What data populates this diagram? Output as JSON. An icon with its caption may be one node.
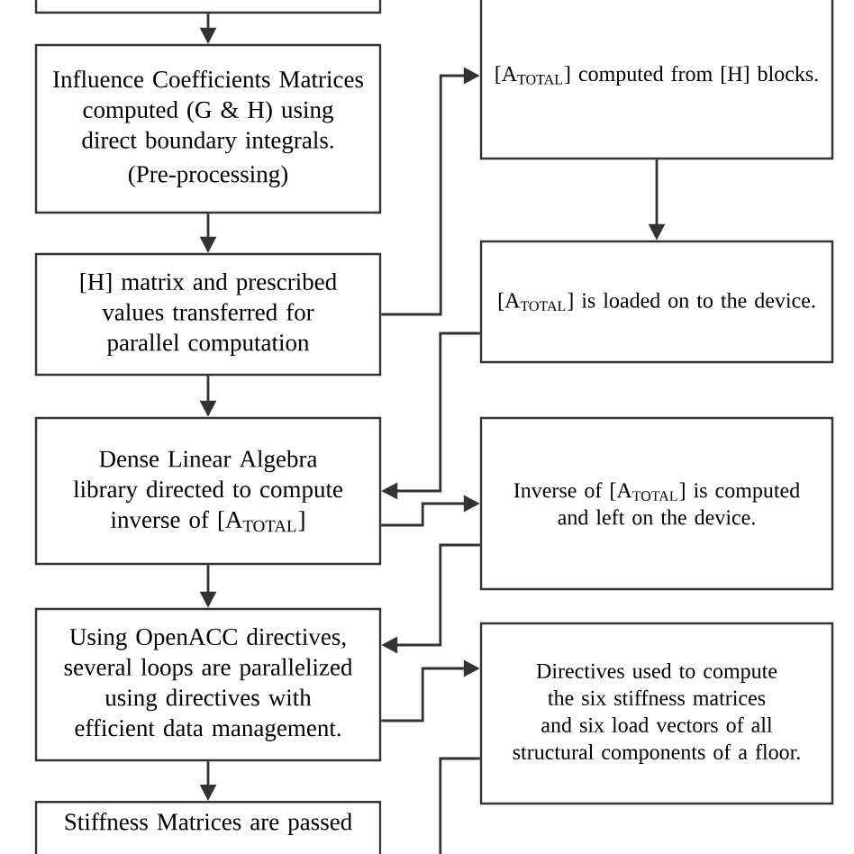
{
  "diagram": {
    "nodes": [
      {
        "text": [],
        "shape": "box"
      },
      {
        "text": [
          "Influence Coefficients Matrices computed (G & H) using direct boundary integrals.",
          "(Pre-processing)"
        ]
      },
      {
        "text": [
          "[H] matrix and prescribed values transferred for parallel computation"
        ]
      },
      {
        "text": [
          "Dense Linear Algebra library directed to compute inverse of [A$_{TOTAL}$]"
        ]
      },
      {
        "text": [
          "Using OpenACC directives, several loops are parallelized using directives with efficient data management."
        ]
      },
      {
        "text": [
          "Stiffness Matrices are passed"
        ]
      },
      {
        "text": [
          "[A$_{TOTAL}$] computed from [H] blocks."
        ]
      },
      {
        "text": [
          "[A$_{TOTAL}$] is loaded on to the device."
        ]
      },
      {
        "text": [
          "Inverse of [A$_{TOTAL}$] is computed and left on the device."
        ]
      },
      {
        "text": [
          "Directives used to compute the six stiffness matrices and six load vectors of all structural components of a floor."
        ]
      }
    ],
    "edges": [
      {
        "from": 0,
        "to": 1,
        "arrow": "to"
      },
      {
        "from": 1,
        "to": 2,
        "arrow": "to"
      },
      {
        "from": 2,
        "to": 3,
        "arrow": "to"
      },
      {
        "from": 3,
        "to": 4,
        "arrow": "to"
      },
      {
        "from": 4,
        "to": 5,
        "arrow": "to"
      },
      {
        "from": 2,
        "to": 6,
        "arrow": "to"
      },
      {
        "from": 6,
        "to": 7,
        "arrow": "to"
      },
      {
        "from": 7,
        "to": 3,
        "arrow": "to"
      },
      {
        "from": 3,
        "to": 8,
        "arrow": "to"
      },
      {
        "from": 8,
        "to": 4,
        "arrow": "to"
      },
      {
        "from": 4,
        "to": 9,
        "arrow": "to"
      },
      {
        "from": 9,
        "to": null,
        "arrow": "none"
      }
    ]
  }
}
